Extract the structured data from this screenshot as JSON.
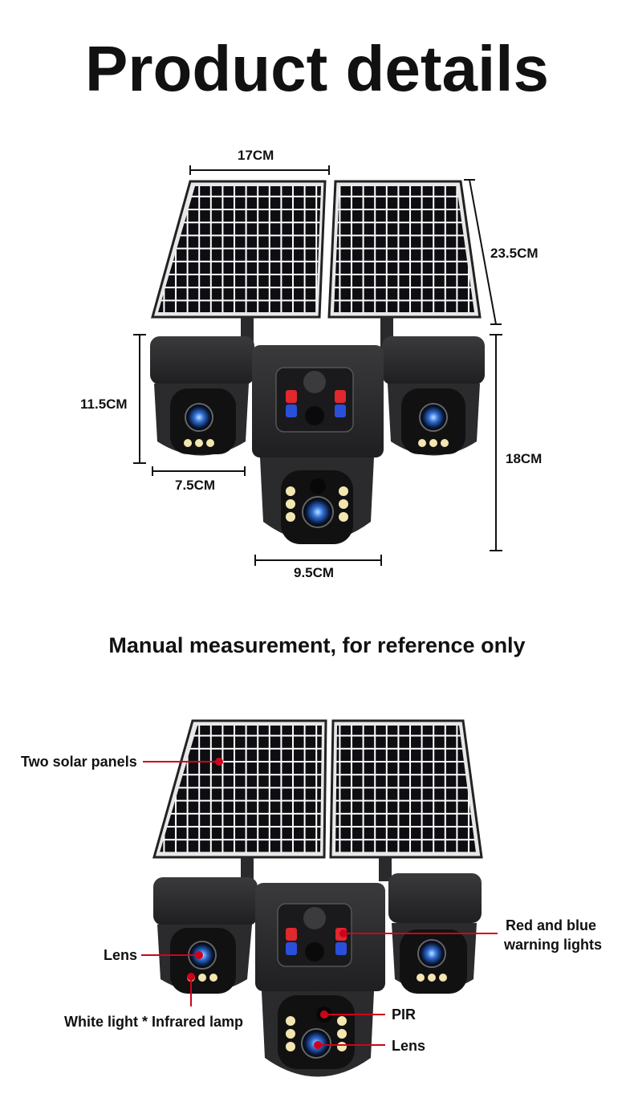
{
  "page": {
    "title": "Product details",
    "subtitle": "Manual measurement, for reference only"
  },
  "dimensions": {
    "panel_width": "17CM",
    "panel_height": "23.5CM",
    "side_camera_height": "11.5CM",
    "side_camera_width": "7.5CM",
    "total_height": "18CM",
    "bottom_camera_width": "9.5CM"
  },
  "callouts": {
    "solar": "Two solar panels",
    "warning_line1": "Red and blue",
    "warning_line2": "warning lights",
    "lens_left": "Lens",
    "white_light": "White light * Infrared lamp",
    "pir": "PIR",
    "lens_bottom": "Lens"
  },
  "colors": {
    "callout_line": "#d0021b",
    "camera_body": "#2b2b2d",
    "solar_cell": "#0c0c10",
    "lens_blue": "#2f6fd6",
    "warning_red": "#e0282e",
    "warning_blue": "#2a4fd8"
  }
}
